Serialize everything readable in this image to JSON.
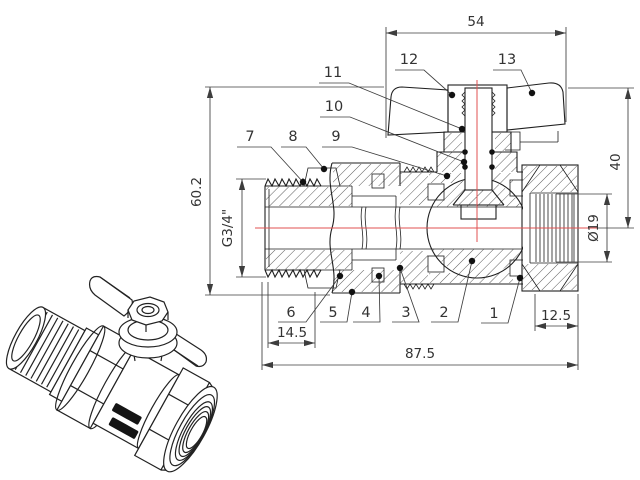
{
  "document": {
    "type": "technical drawing",
    "subject": "ball valve with butterfly handle - sectional view with part callouts and isometric view"
  },
  "colors": {
    "background": "#ffffff",
    "line": "#1f1f1f",
    "dimension_text": "#333333",
    "centerline": "#e05252",
    "leader_dot": "#111111"
  },
  "dimensions": {
    "handle_width": "54",
    "handle_height": "40",
    "outlet_bore_diameter": "Ø19",
    "total_height": "60.2",
    "inlet_thread": "G3/4\"",
    "inlet_thread_length": "14.5",
    "outlet_nut_length": "12.5",
    "total_length": "87.5"
  },
  "parts": {
    "p1": "1",
    "p2": "2",
    "p3": "3",
    "p4": "4",
    "p5": "5",
    "p6": "6",
    "p7": "7",
    "p8": "8",
    "p9": "9",
    "p10": "10",
    "p11": "11",
    "p12": "12",
    "p13": "13"
  }
}
